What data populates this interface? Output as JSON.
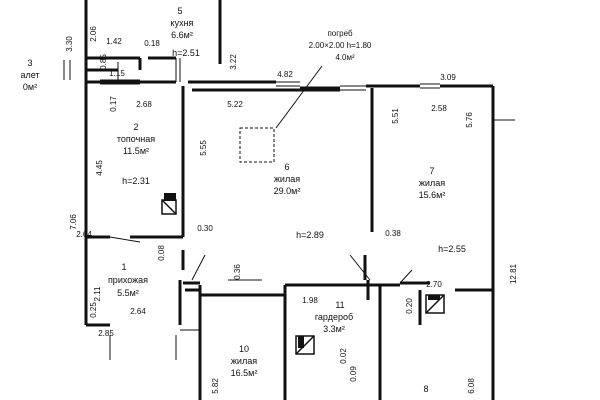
{
  "rooms": {
    "r1": {
      "num": "1",
      "name": "прихожая",
      "area": "5.5м²"
    },
    "r2": {
      "num": "2",
      "name": "топочная",
      "area": "11.5м²",
      "height": "h=2.31"
    },
    "r3": {
      "num": "3",
      "name": "алет",
      "area": "0м²"
    },
    "r5": {
      "num": "5",
      "name": "кухня",
      "area": "6.6м²",
      "height": "h=2.51"
    },
    "r6": {
      "num": "6",
      "name": "жилая",
      "area": "29.0м²",
      "height": "h=2.89"
    },
    "r7": {
      "num": "7",
      "name": "жилая",
      "area": "15.6м²",
      "height": "h=2.55"
    },
    "r8": {
      "num": "8"
    },
    "r10": {
      "num": "10",
      "name": "жилая",
      "area": "16.5м²"
    },
    "r11": {
      "num": "11",
      "name": "гардероб",
      "area": "3.3м²"
    }
  },
  "cellar": {
    "title": "погреб",
    "size": "2.00×2.00 h=1.80",
    "area": "4.0м²"
  },
  "dimensions": {
    "d330": "3.30",
    "d206": "2.06",
    "d142": "1.42",
    "d018": "0.18",
    "d085": "0.85",
    "d115": "1.15",
    "d251": "h=2.51",
    "d322": "3.22",
    "d482": "4.82",
    "d309": "3.09",
    "d522": "5.22",
    "d551": "5.51",
    "d258": "2.58",
    "d576": "5.76",
    "d017": "0.17",
    "d268": "2.68",
    "d555": "5.55",
    "d445": "4.45",
    "d706": "7.06",
    "d264": "2.64",
    "d030": "0.30",
    "d008": "0.08",
    "d038": "0.38",
    "d036": "0.36",
    "d270": "2.70",
    "d1281": "12.81",
    "d211": "2.11",
    "d025": "0.25",
    "d264b": "2.64",
    "d285": "2.85",
    "d198": "1.98",
    "d020": "0.20",
    "d002": "0.02",
    "d009": "0.09",
    "d582": "5.82",
    "d608": "6.08"
  }
}
